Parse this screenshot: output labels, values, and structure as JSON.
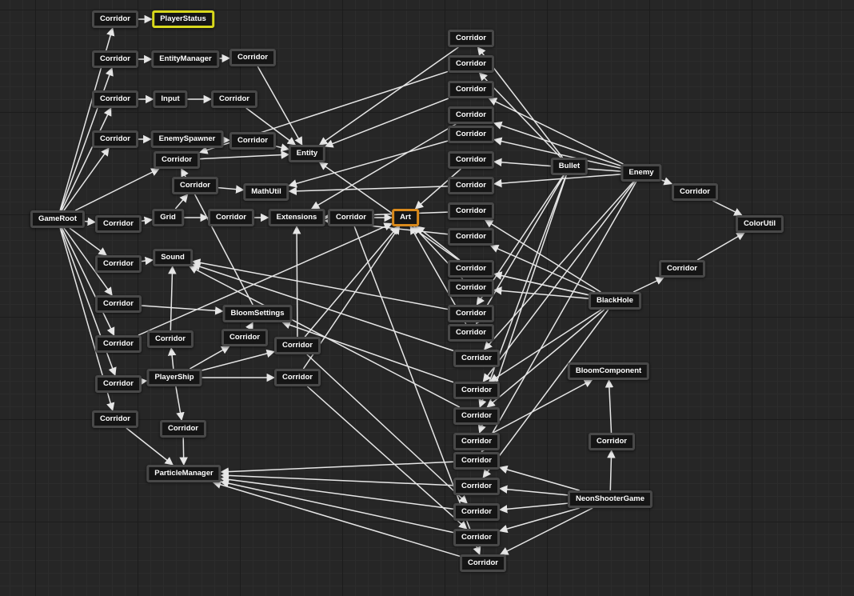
{
  "graph": {
    "colors": {
      "background": "#262626",
      "node_fill": "#151515",
      "node_border": "#484848",
      "edge": "#e6e6e6",
      "selected_border": "#d8d81c",
      "focused_border": "#d8891c"
    },
    "nodes": [
      {
        "id": "gameroot",
        "label": "GameRoot"
      },
      {
        "id": "c_ps",
        "label": "Corridor"
      },
      {
        "id": "playerstatus",
        "label": "PlayerStatus",
        "state": "selected"
      },
      {
        "id": "c_em",
        "label": "Corridor"
      },
      {
        "id": "entitymanager",
        "label": "EntityManager"
      },
      {
        "id": "c_em2",
        "label": "Corridor"
      },
      {
        "id": "c_in",
        "label": "Corridor"
      },
      {
        "id": "input",
        "label": "Input"
      },
      {
        "id": "c_in2",
        "label": "Corridor"
      },
      {
        "id": "c_es",
        "label": "Corridor"
      },
      {
        "id": "enemyspawner",
        "label": "EnemySpawner"
      },
      {
        "id": "c_es2",
        "label": "Corridor"
      },
      {
        "id": "c_ent",
        "label": "Corridor"
      },
      {
        "id": "entity",
        "label": "Entity"
      },
      {
        "id": "c_mu",
        "label": "Corridor"
      },
      {
        "id": "mathutil",
        "label": "MathUtil"
      },
      {
        "id": "c_gr",
        "label": "Corridor"
      },
      {
        "id": "grid",
        "label": "Grid"
      },
      {
        "id": "c_gr2",
        "label": "Corridor"
      },
      {
        "id": "extensions",
        "label": "Extensions"
      },
      {
        "id": "c_ex2",
        "label": "Corridor"
      },
      {
        "id": "art",
        "label": "Art",
        "state": "focused"
      },
      {
        "id": "c_so",
        "label": "Corridor"
      },
      {
        "id": "sound",
        "label": "Sound"
      },
      {
        "id": "c_bs",
        "label": "Corridor"
      },
      {
        "id": "bloomsettings",
        "label": "BloomSettings"
      },
      {
        "id": "c_art",
        "label": "Corridor"
      },
      {
        "id": "c_psh",
        "label": "Corridor"
      },
      {
        "id": "c_psh_a",
        "label": "Corridor"
      },
      {
        "id": "playership",
        "label": "PlayerShip"
      },
      {
        "id": "c_psh_b",
        "label": "Corridor"
      },
      {
        "id": "c_psh_c",
        "label": "Corridor"
      },
      {
        "id": "c_psh_d",
        "label": "Corridor"
      },
      {
        "id": "c_pm",
        "label": "Corridor"
      },
      {
        "id": "c_pm2",
        "label": "Corridor"
      },
      {
        "id": "particlemanager",
        "label": "ParticleManager"
      },
      {
        "id": "r1",
        "label": "Corridor"
      },
      {
        "id": "r2",
        "label": "Corridor"
      },
      {
        "id": "r3",
        "label": "Corridor"
      },
      {
        "id": "r4",
        "label": "Corridor"
      },
      {
        "id": "r5",
        "label": "Corridor"
      },
      {
        "id": "r6",
        "label": "Corridor"
      },
      {
        "id": "r7",
        "label": "Corridor"
      },
      {
        "id": "r8",
        "label": "Corridor"
      },
      {
        "id": "r9",
        "label": "Corridor"
      },
      {
        "id": "r10",
        "label": "Corridor"
      },
      {
        "id": "r11",
        "label": "Corridor"
      },
      {
        "id": "r12",
        "label": "Corridor"
      },
      {
        "id": "r13",
        "label": "Corridor"
      },
      {
        "id": "r14",
        "label": "Corridor"
      },
      {
        "id": "r15",
        "label": "Corridor"
      },
      {
        "id": "r16",
        "label": "Corridor"
      },
      {
        "id": "r17",
        "label": "Corridor"
      },
      {
        "id": "r18",
        "label": "Corridor"
      },
      {
        "id": "r19",
        "label": "Corridor"
      },
      {
        "id": "r20",
        "label": "Corridor"
      },
      {
        "id": "r21",
        "label": "Corridor"
      },
      {
        "id": "r22",
        "label": "Corridor"
      },
      {
        "id": "r23",
        "label": "Corridor"
      },
      {
        "id": "bullet",
        "label": "Bullet"
      },
      {
        "id": "enemy",
        "label": "Enemy"
      },
      {
        "id": "c_en_cu",
        "label": "Corridor"
      },
      {
        "id": "colorutil",
        "label": "ColorUtil"
      },
      {
        "id": "c_bh_cu",
        "label": "Corridor"
      },
      {
        "id": "blackhole",
        "label": "BlackHole"
      },
      {
        "id": "bloomcomponent",
        "label": "BloomComponent"
      },
      {
        "id": "c_nsg",
        "label": "Corridor"
      },
      {
        "id": "neonshootergame",
        "label": "NeonShooterGame"
      }
    ],
    "edges": [
      [
        "gameroot",
        "c_ps"
      ],
      [
        "gameroot",
        "c_em"
      ],
      [
        "gameroot",
        "c_in"
      ],
      [
        "gameroot",
        "c_es"
      ],
      [
        "gameroot",
        "c_ent"
      ],
      [
        "gameroot",
        "c_gr"
      ],
      [
        "gameroot",
        "c_so"
      ],
      [
        "gameroot",
        "c_bs"
      ],
      [
        "gameroot",
        "c_art"
      ],
      [
        "gameroot",
        "c_psh"
      ],
      [
        "gameroot",
        "c_pm"
      ],
      [
        "c_ps",
        "playerstatus"
      ],
      [
        "c_em",
        "entitymanager"
      ],
      [
        "entitymanager",
        "c_em2"
      ],
      [
        "c_em2",
        "entity"
      ],
      [
        "c_in",
        "input"
      ],
      [
        "input",
        "c_in2"
      ],
      [
        "c_in2",
        "entity"
      ],
      [
        "c_es",
        "enemyspawner"
      ],
      [
        "enemyspawner",
        "c_es2"
      ],
      [
        "c_es2",
        "entity"
      ],
      [
        "c_ent",
        "entity"
      ],
      [
        "c_gr",
        "grid"
      ],
      [
        "grid",
        "c_gr2"
      ],
      [
        "c_gr2",
        "extensions"
      ],
      [
        "grid",
        "c_mu"
      ],
      [
        "c_mu",
        "mathutil"
      ],
      [
        "extensions",
        "c_ex2"
      ],
      [
        "c_ex2",
        "art"
      ],
      [
        "c_so",
        "sound"
      ],
      [
        "c_bs",
        "bloomsettings"
      ],
      [
        "c_art",
        "art"
      ],
      [
        "c_psh",
        "playership"
      ],
      [
        "playership",
        "c_psh_a"
      ],
      [
        "c_psh_a",
        "sound"
      ],
      [
        "playership",
        "c_psh_b"
      ],
      [
        "c_psh_b",
        "bloomsettings"
      ],
      [
        "playership",
        "c_psh_c"
      ],
      [
        "c_psh_c",
        "extensions"
      ],
      [
        "c_psh_c",
        "art"
      ],
      [
        "playership",
        "c_psh_d"
      ],
      [
        "c_psh_d",
        "art"
      ],
      [
        "playership",
        "c_pm2"
      ],
      [
        "c_pm2",
        "particlemanager"
      ],
      [
        "c_pm",
        "particlemanager"
      ],
      [
        "bloomsettings",
        "c_ent"
      ],
      [
        "c_ex2",
        "r23"
      ],
      [
        "c_psh_d",
        "r22"
      ],
      [
        "c_psh_c",
        "r21"
      ],
      [
        "bullet",
        "r1"
      ],
      [
        "bullet",
        "r2"
      ],
      [
        "bullet",
        "r13"
      ],
      [
        "bullet",
        "r14"
      ],
      [
        "bullet",
        "r17"
      ],
      [
        "bullet",
        "r18"
      ],
      [
        "enemy",
        "r3"
      ],
      [
        "enemy",
        "r4"
      ],
      [
        "enemy",
        "r5"
      ],
      [
        "enemy",
        "r6"
      ],
      [
        "enemy",
        "r7"
      ],
      [
        "enemy",
        "r15"
      ],
      [
        "enemy",
        "r16"
      ],
      [
        "enemy",
        "r19"
      ],
      [
        "enemy",
        "c_en_cu"
      ],
      [
        "c_en_cu",
        "colorutil"
      ],
      [
        "blackhole",
        "r8"
      ],
      [
        "blackhole",
        "r9"
      ],
      [
        "blackhole",
        "r10"
      ],
      [
        "blackhole",
        "r11"
      ],
      [
        "blackhole",
        "r12"
      ],
      [
        "blackhole",
        "r16"
      ],
      [
        "blackhole",
        "r17"
      ],
      [
        "blackhole",
        "r20"
      ],
      [
        "blackhole",
        "c_bh_cu"
      ],
      [
        "c_bh_cu",
        "colorutil"
      ],
      [
        "r1",
        "entity"
      ],
      [
        "r2",
        "c_ent"
      ],
      [
        "r3",
        "entity"
      ],
      [
        "r4",
        "extensions"
      ],
      [
        "r5",
        "mathutil"
      ],
      [
        "r6",
        "art"
      ],
      [
        "r7",
        "mathutil"
      ],
      [
        "r8",
        "extensions"
      ],
      [
        "r9",
        "extensions"
      ],
      [
        "r10",
        "art"
      ],
      [
        "r11",
        "entity"
      ],
      [
        "r12",
        "art"
      ],
      [
        "r13",
        "sound"
      ],
      [
        "r14",
        "art"
      ],
      [
        "r15",
        "sound"
      ],
      [
        "r16",
        "bloomsettings"
      ],
      [
        "r17",
        "sound"
      ],
      [
        "r18",
        "bloomcomponent"
      ],
      [
        "r19",
        "particlemanager"
      ],
      [
        "r20",
        "particlemanager"
      ],
      [
        "r21",
        "particlemanager"
      ],
      [
        "r22",
        "particlemanager"
      ],
      [
        "r23",
        "particlemanager"
      ],
      [
        "neonshootergame",
        "c_nsg"
      ],
      [
        "c_nsg",
        "bloomcomponent"
      ],
      [
        "neonshootergame",
        "r19"
      ],
      [
        "neonshootergame",
        "r20"
      ],
      [
        "neonshootergame",
        "r21"
      ],
      [
        "neonshootergame",
        "r22"
      ],
      [
        "neonshootergame",
        "r23"
      ]
    ]
  }
}
